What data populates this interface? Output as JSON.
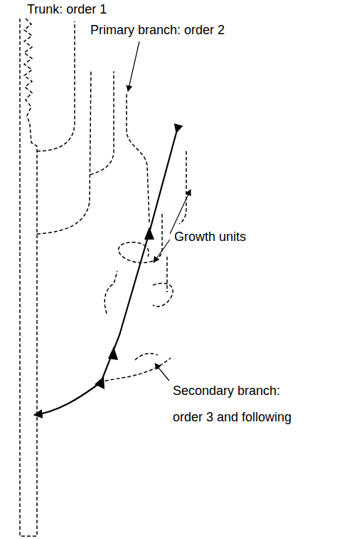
{
  "diagram": {
    "labels": [
      "Trunk: order 1",
      "Primary branch: order 2",
      "Growth units",
      "Secondary branch: order 3 and following"
    ]
  }
}
